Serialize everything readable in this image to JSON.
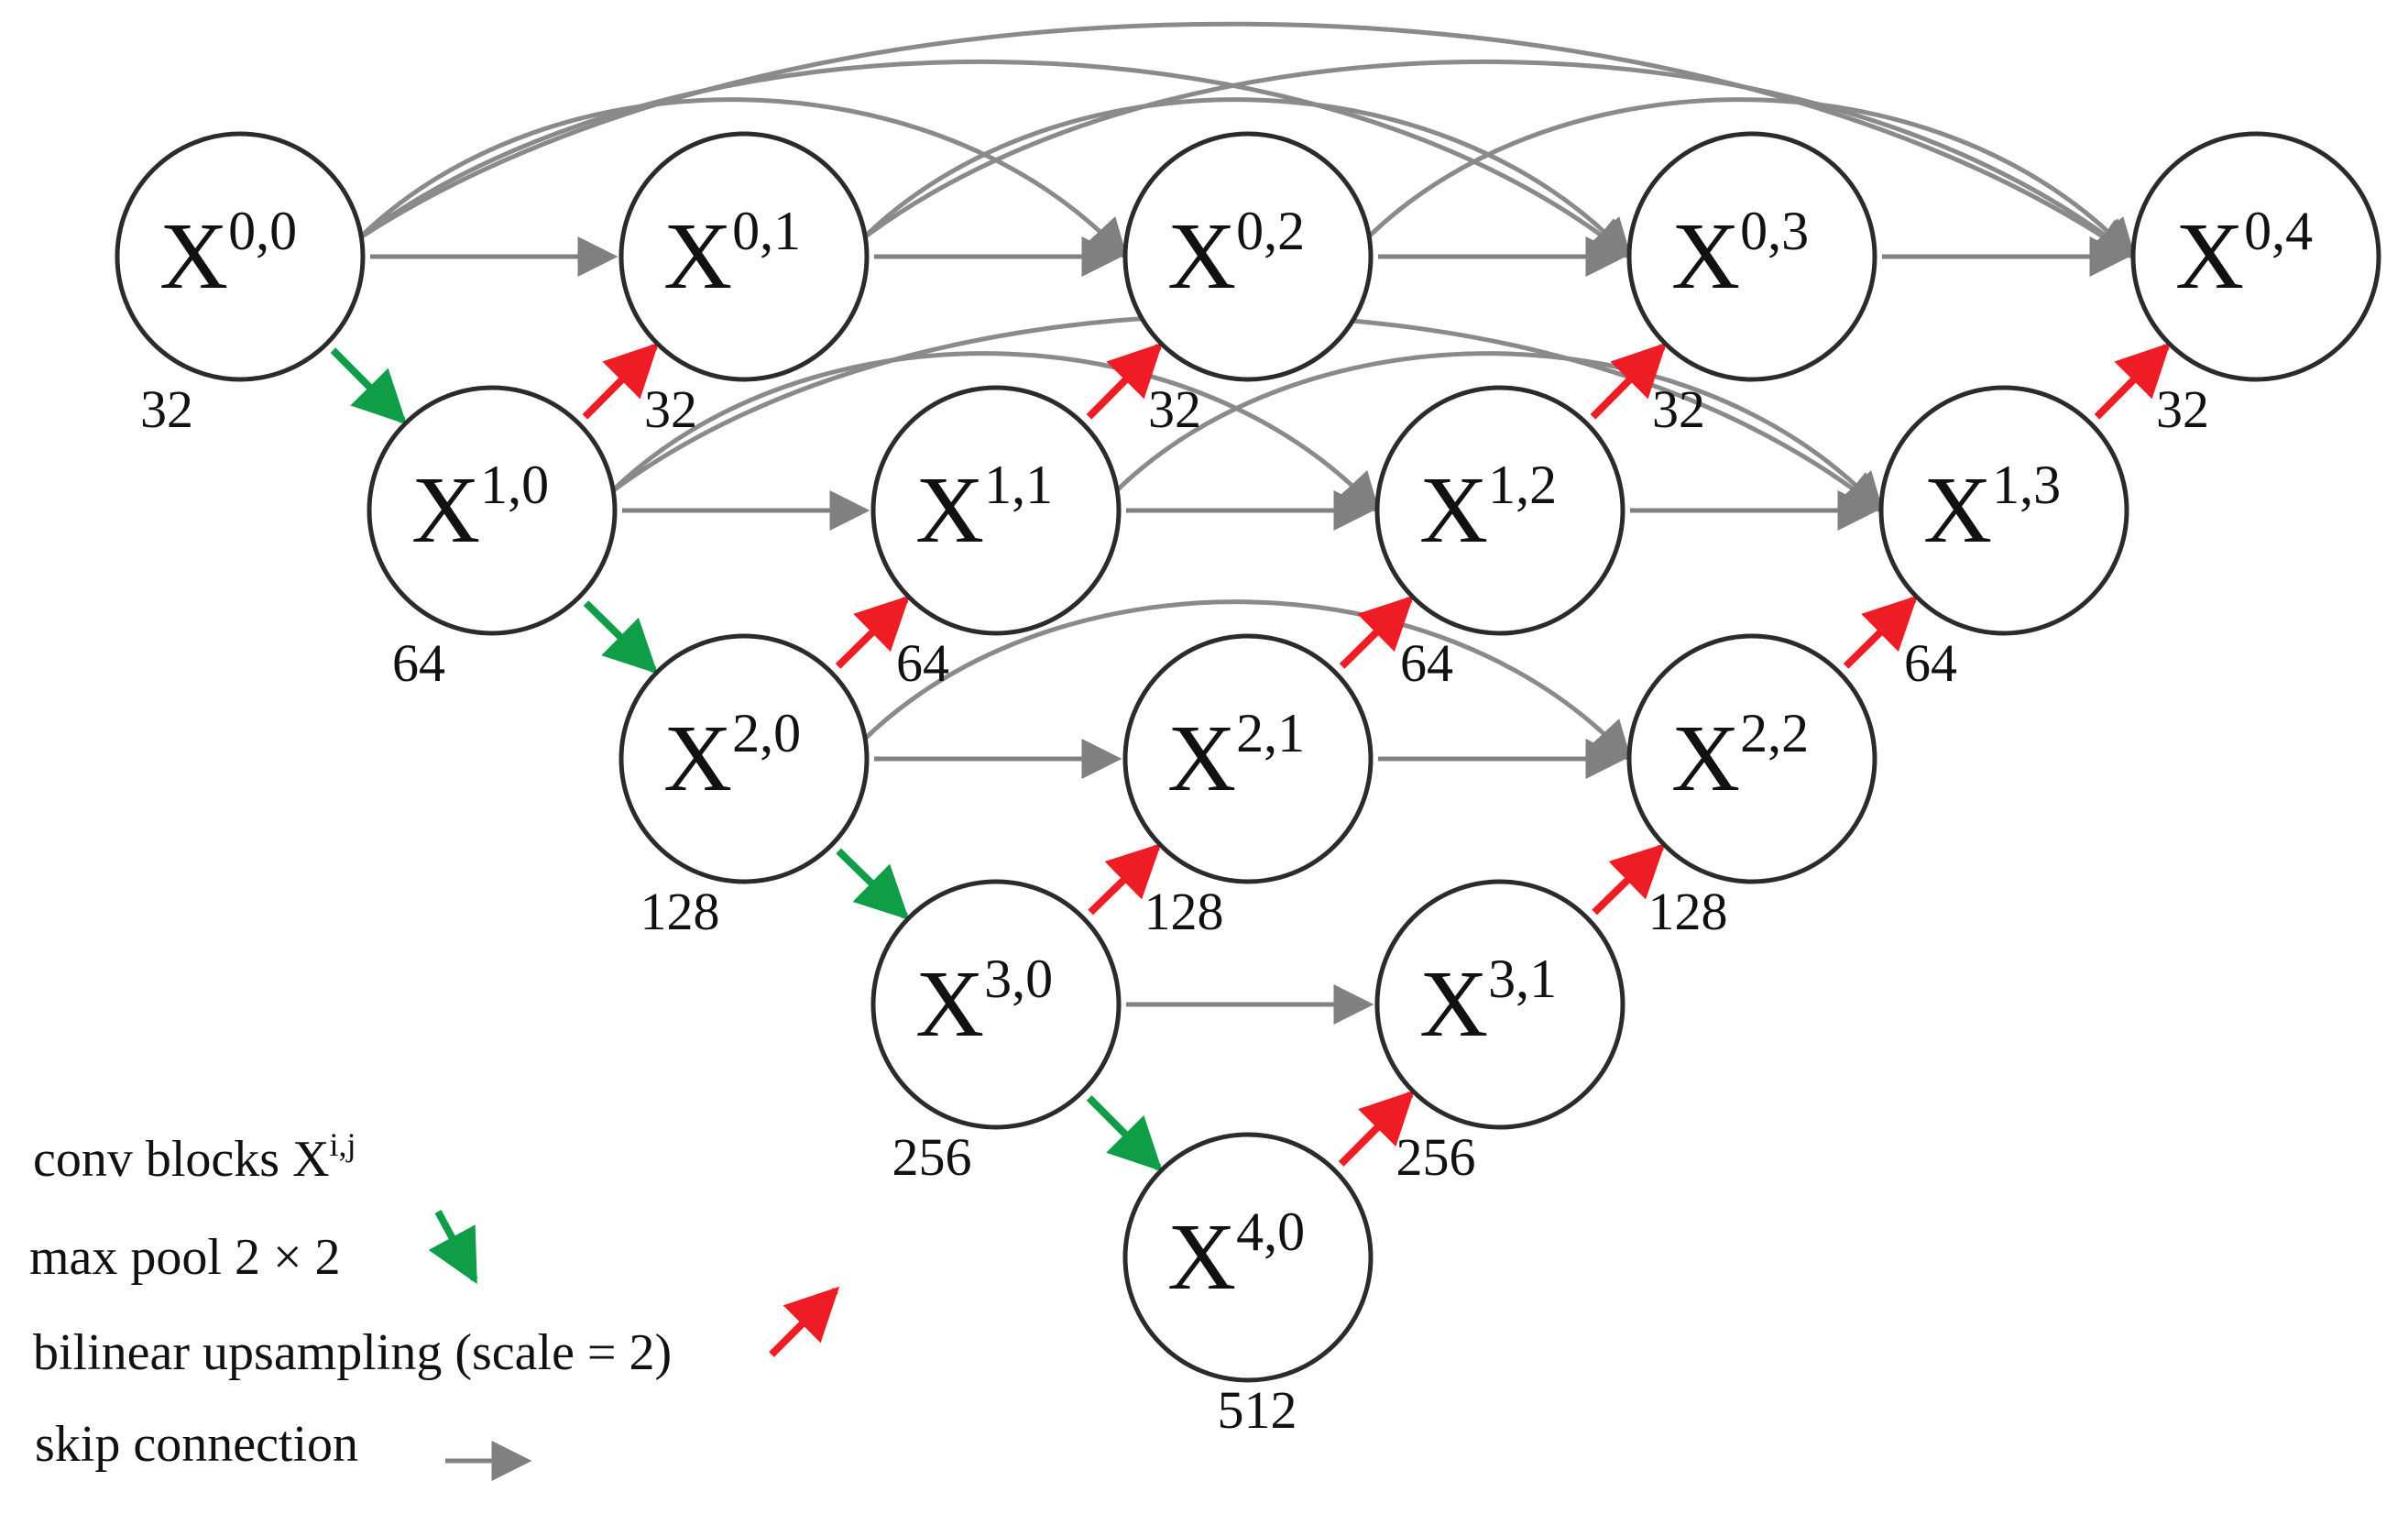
{
  "nodes": [
    {
      "id": "0-0",
      "base": "X",
      "sup": "0,0",
      "count": "32"
    },
    {
      "id": "0-1",
      "base": "X",
      "sup": "0,1",
      "count": "32"
    },
    {
      "id": "0-2",
      "base": "X",
      "sup": "0,2",
      "count": "32"
    },
    {
      "id": "0-3",
      "base": "X",
      "sup": "0,3",
      "count": "32"
    },
    {
      "id": "0-4",
      "base": "X",
      "sup": "0,4",
      "count": "32"
    },
    {
      "id": "1-0",
      "base": "X",
      "sup": "1,0",
      "count": "64"
    },
    {
      "id": "1-1",
      "base": "X",
      "sup": "1,1",
      "count": "64"
    },
    {
      "id": "1-2",
      "base": "X",
      "sup": "1,2",
      "count": "64"
    },
    {
      "id": "1-3",
      "base": "X",
      "sup": "1,3",
      "count": "64"
    },
    {
      "id": "2-0",
      "base": "X",
      "sup": "2,0",
      "count": "128"
    },
    {
      "id": "2-1",
      "base": "X",
      "sup": "2,1",
      "count": "128"
    },
    {
      "id": "2-2",
      "base": "X",
      "sup": "2,2",
      "count": "128"
    },
    {
      "id": "3-0",
      "base": "X",
      "sup": "3,0",
      "count": "256"
    },
    {
      "id": "3-1",
      "base": "X",
      "sup": "3,1",
      "count": "256"
    },
    {
      "id": "4-0",
      "base": "X",
      "sup": "4,0",
      "count": "512"
    }
  ],
  "edges": {
    "skip_straight": [
      [
        "0-0",
        "0-1"
      ],
      [
        "0-1",
        "0-2"
      ],
      [
        "0-2",
        "0-3"
      ],
      [
        "0-3",
        "0-4"
      ],
      [
        "1-0",
        "1-1"
      ],
      [
        "1-1",
        "1-2"
      ],
      [
        "1-2",
        "1-3"
      ],
      [
        "2-0",
        "2-1"
      ],
      [
        "2-1",
        "2-2"
      ],
      [
        "3-0",
        "3-1"
      ]
    ],
    "skip_curved": [
      [
        "0-0",
        "0-2"
      ],
      [
        "0-0",
        "0-3"
      ],
      [
        "0-0",
        "0-4"
      ],
      [
        "0-1",
        "0-3"
      ],
      [
        "0-1",
        "0-4"
      ],
      [
        "0-2",
        "0-4"
      ],
      [
        "1-0",
        "1-2"
      ],
      [
        "1-0",
        "1-3"
      ],
      [
        "1-1",
        "1-3"
      ],
      [
        "2-0",
        "2-2"
      ]
    ],
    "max_pool": [
      [
        "0-0",
        "1-0"
      ],
      [
        "1-0",
        "2-0"
      ],
      [
        "2-0",
        "3-0"
      ],
      [
        "3-0",
        "4-0"
      ]
    ],
    "upsample": [
      [
        "1-0",
        "0-1"
      ],
      [
        "1-1",
        "0-2"
      ],
      [
        "1-2",
        "0-3"
      ],
      [
        "1-3",
        "0-4"
      ],
      [
        "2-0",
        "1-1"
      ],
      [
        "2-1",
        "1-2"
      ],
      [
        "2-2",
        "1-3"
      ],
      [
        "3-0",
        "2-1"
      ],
      [
        "3-1",
        "2-2"
      ],
      [
        "4-0",
        "3-1"
      ]
    ]
  },
  "legend": {
    "conv_label": "conv blocks X",
    "conv_sup": "i,j",
    "pool_label": "max pool 2 × 2",
    "up_label": "bilinear upsampling (scale = 2)",
    "skip_label": "skip connection"
  },
  "colors": {
    "skip": "#808080",
    "pool": "#0f9d48",
    "upsample": "#ee1c24",
    "node_stroke": "#2b2b2b"
  }
}
